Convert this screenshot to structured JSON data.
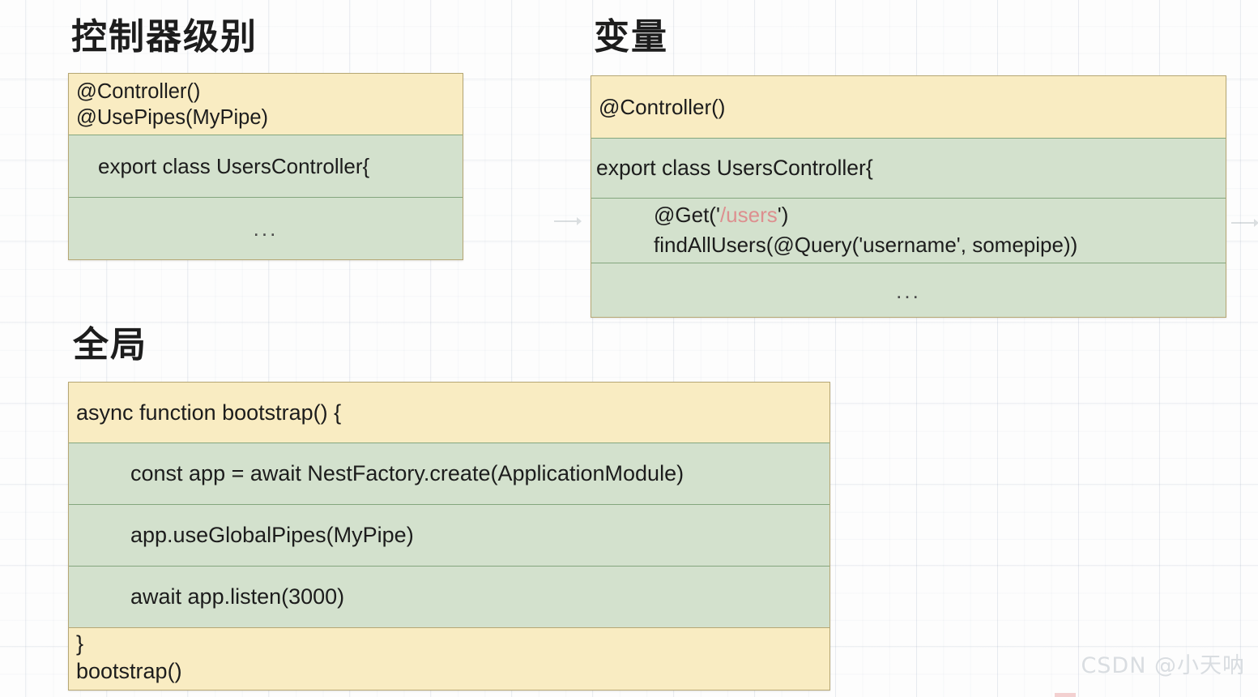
{
  "sections": [
    {
      "title": "控制器级别",
      "box": {
        "header": [
          "@Controller()",
          "@UsePipes(MyPipe)"
        ],
        "class_line": "export class UsersController{",
        "ellipsis": "..."
      }
    },
    {
      "title": "变量",
      "box": {
        "header": "@Controller()",
        "class_line": "export class UsersController{",
        "method_decorator_prefix": "@Get('",
        "method_decorator_path": "/users",
        "method_decorator_suffix": "')",
        "method_signature": "findAllUsers(@Query('username', somepipe))",
        "ellipsis": "..."
      }
    },
    {
      "title": "全局",
      "box": {
        "header": "async function bootstrap() {",
        "lines": [
          "const app = await NestFactory.create(ApplicationModule)",
          "app.useGlobalPipes(MyPipe)",
          "await app.listen(3000)"
        ],
        "footer": [
          "}",
          "bootstrap()"
        ]
      }
    }
  ],
  "watermark": "CSDN @小天呐",
  "colors": {
    "header_yellow": "#f9ecc2",
    "header_yellow_border": "#b6a774",
    "body_green": "#d3e1cd",
    "body_green_border": "#84a67e",
    "path_pink": "#dd8f8f",
    "text": "#1c1c1c",
    "watermark": "#d9dde1"
  }
}
